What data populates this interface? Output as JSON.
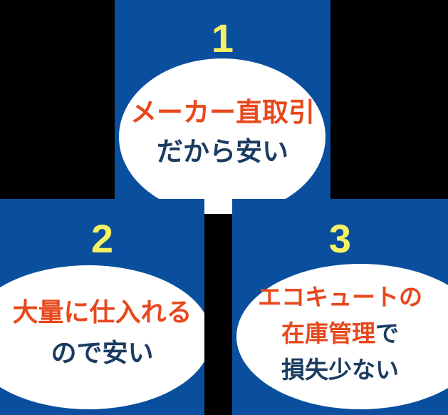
{
  "palette": {
    "card_blue": "#0a4f9e",
    "number_yellow": "#f6f163",
    "highlight_orange": "#e8481d",
    "text_navy": "#1b3c61",
    "dome_white": "#ffffff",
    "background": "#000000"
  },
  "cards": [
    {
      "number": "1",
      "lines": [
        {
          "segments": [
            {
              "text": "メーカー直取引",
              "color": "orange"
            }
          ]
        },
        {
          "segments": [
            {
              "text": "だから安い",
              "color": "navy"
            }
          ]
        }
      ]
    },
    {
      "number": "2",
      "lines": [
        {
          "segments": [
            {
              "text": "大量に仕入れる",
              "color": "orange"
            }
          ]
        },
        {
          "segments": [
            {
              "text": "ので安い",
              "color": "navy"
            }
          ]
        }
      ]
    },
    {
      "number": "3",
      "lines": [
        {
          "segments": [
            {
              "text": "エコキュートの",
              "color": "orange"
            }
          ]
        },
        {
          "segments": [
            {
              "text": "在庫管理",
              "color": "orange"
            },
            {
              "text": "で",
              "color": "navy"
            }
          ]
        },
        {
          "segments": [
            {
              "text": "損失少ない",
              "color": "navy"
            }
          ]
        }
      ]
    }
  ]
}
